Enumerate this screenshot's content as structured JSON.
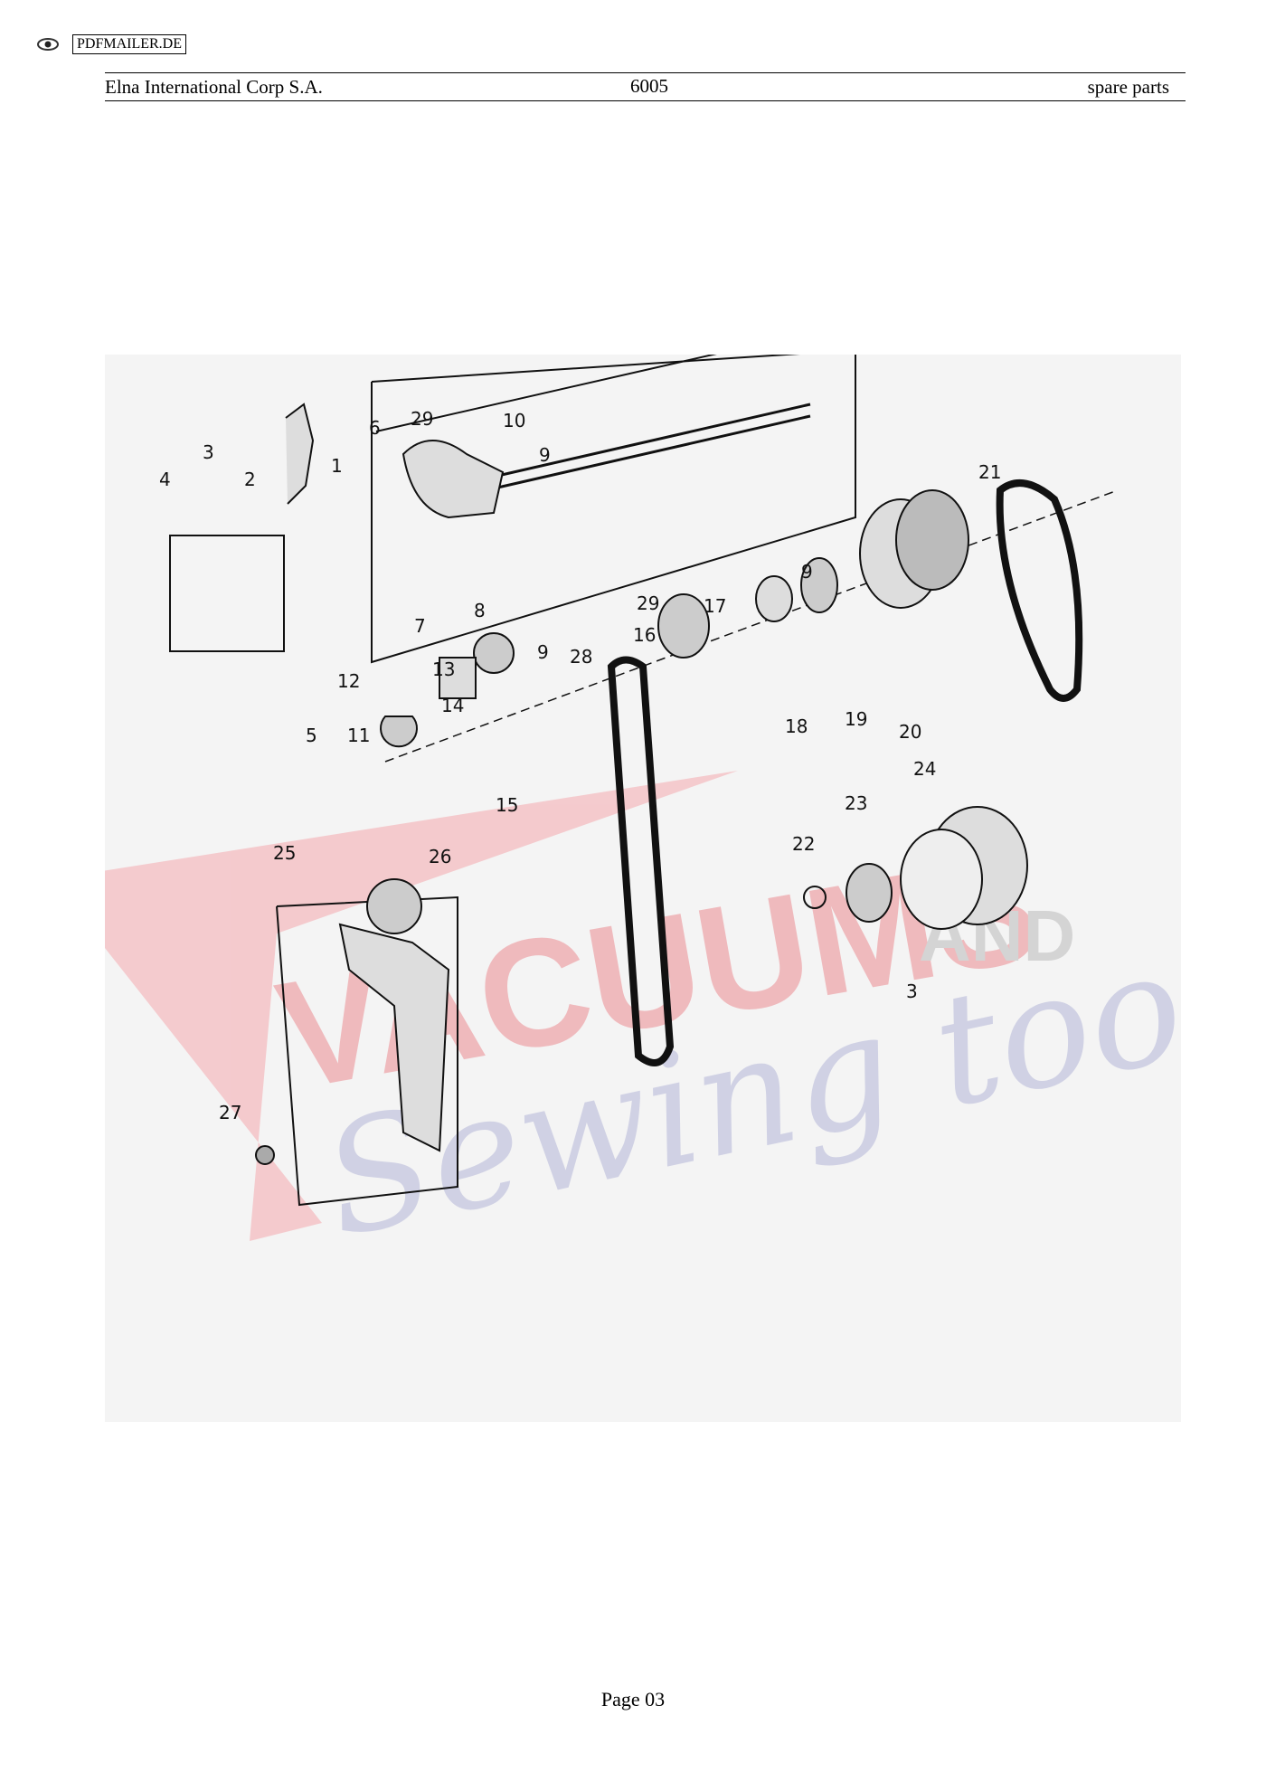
{
  "topbar": {
    "badge": "PDFMAILER.DE",
    "icon": "eye-icon"
  },
  "header": {
    "company": "Elna International Corp S.A.",
    "model": "6005",
    "section": "spare parts"
  },
  "diagram": {
    "part_labels": [
      "1",
      "2",
      "3",
      "4",
      "5",
      "6",
      "7",
      "8",
      "9",
      "10",
      "11",
      "12",
      "13",
      "14",
      "15",
      "16",
      "17",
      "18",
      "9",
      "19",
      "20",
      "21",
      "22",
      "23",
      "24",
      "25",
      "26",
      "27",
      "28",
      "29",
      "29",
      "9",
      "3"
    ],
    "watermark": [
      "VACUUMS",
      "AND",
      "Sewing too"
    ]
  },
  "footer": {
    "page": "Page 03"
  }
}
